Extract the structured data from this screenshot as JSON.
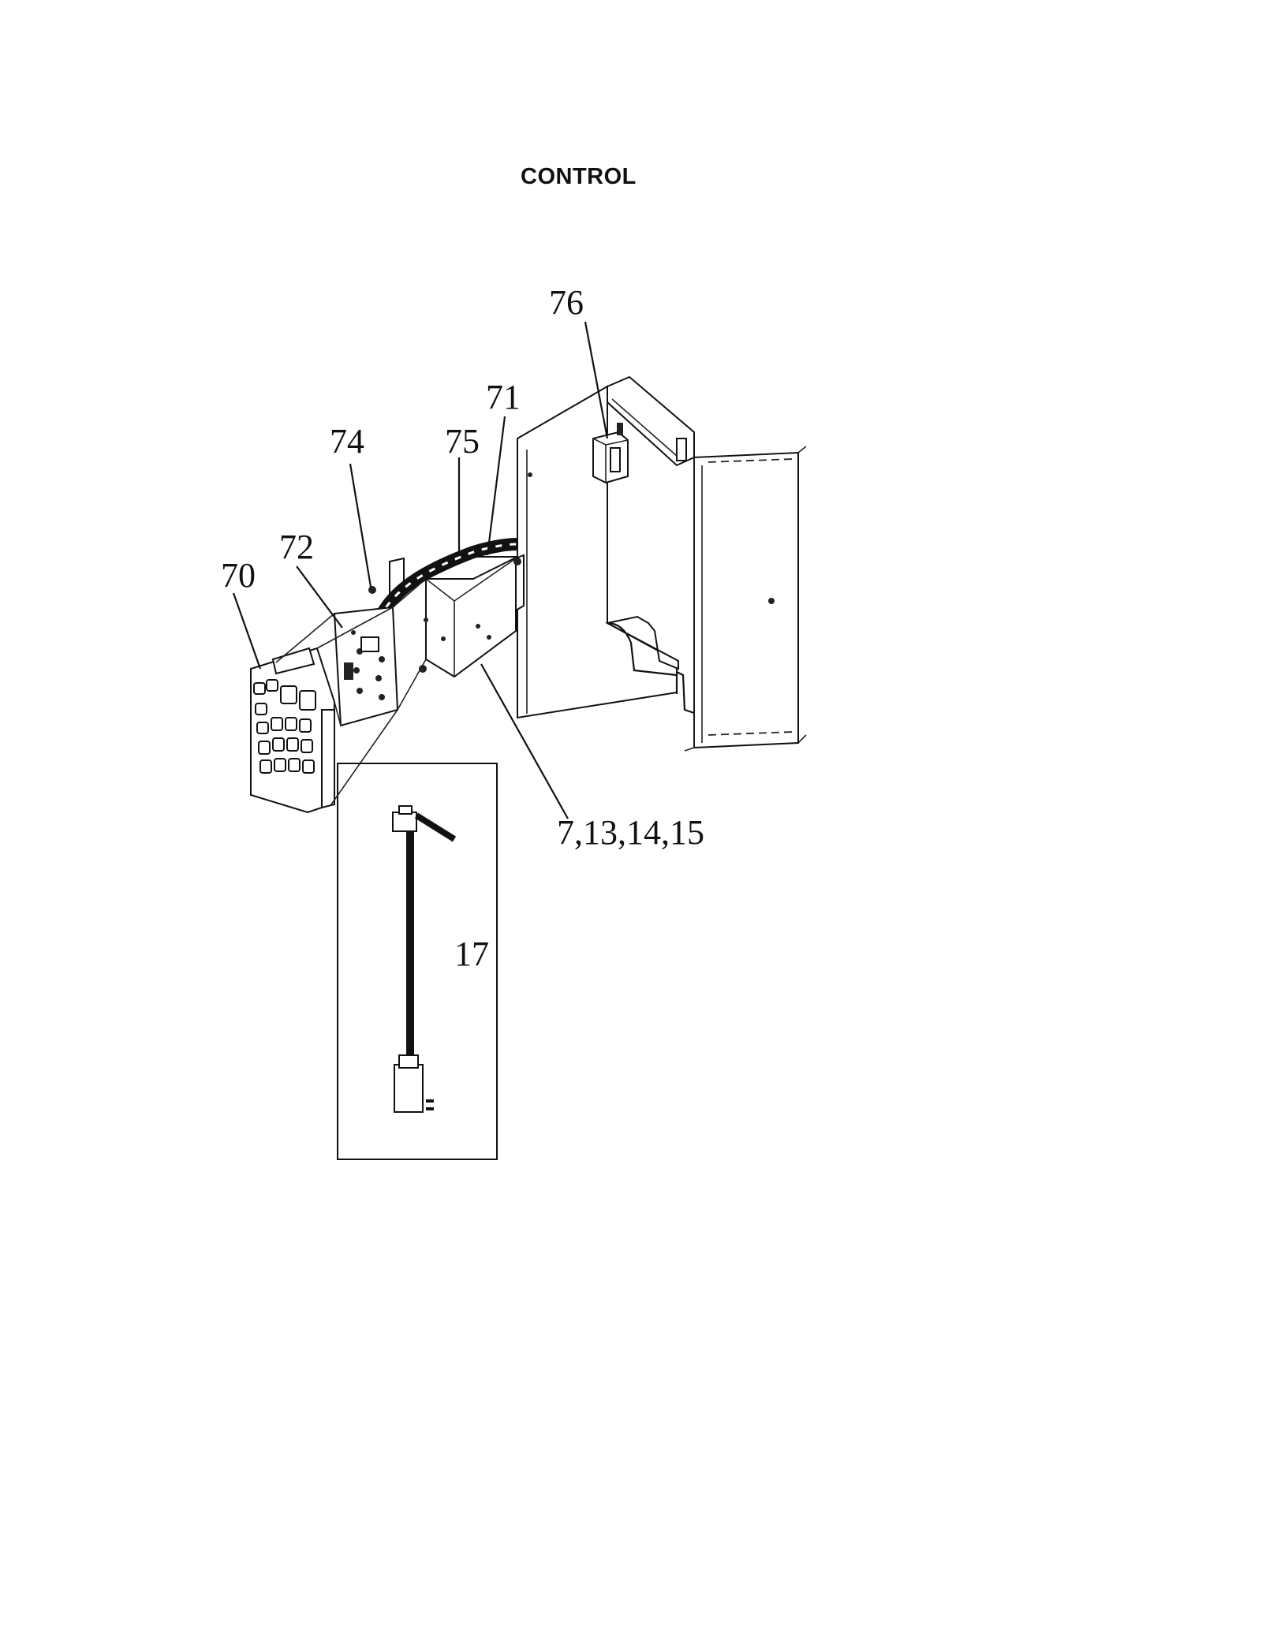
{
  "title": "CONTROL",
  "callouts": {
    "c76": "76",
    "c71": "71",
    "c74": "74",
    "c75": "75",
    "c72": "72",
    "c70": "70",
    "c7": "7,13,14,15",
    "c17": "17"
  }
}
